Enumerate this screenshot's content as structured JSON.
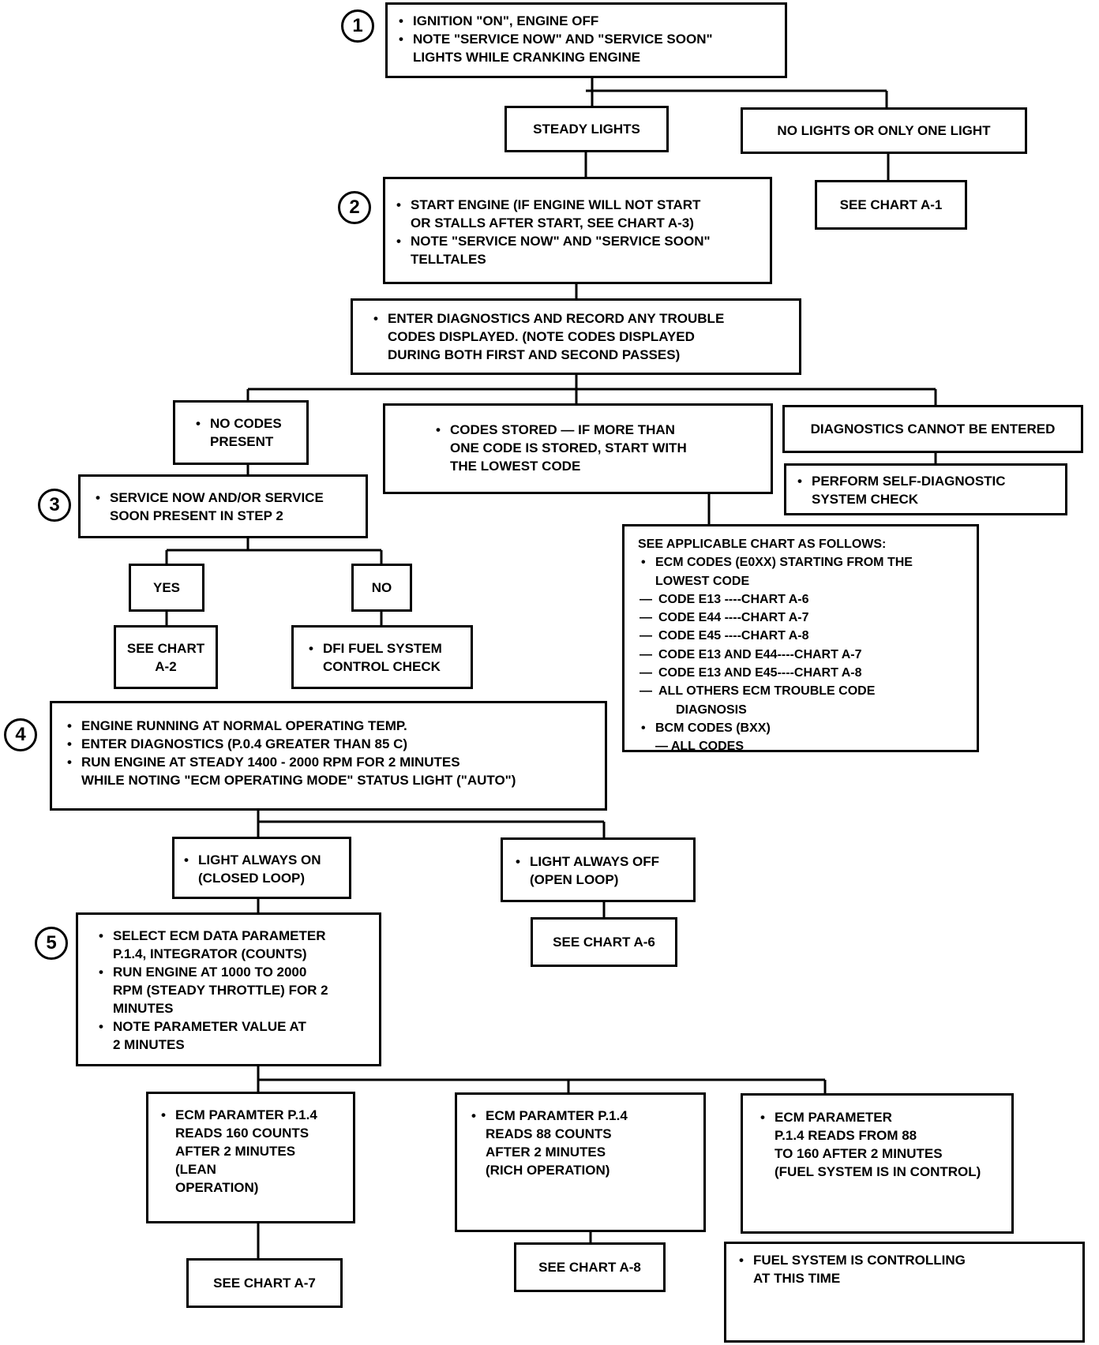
{
  "steps": [
    "1",
    "2",
    "3",
    "4",
    "5"
  ],
  "box1": {
    "lines": [
      "IGNITION \"ON\", ENGINE OFF",
      "NOTE \"SERVICE NOW\" AND \"SERVICE SOON\"",
      "LIGHTS WHILE CRANKING ENGINE"
    ]
  },
  "steady_lights": "STEADY LIGHTS",
  "no_lights": "NO LIGHTS OR ONLY ONE LIGHT",
  "see_chart_a1": "SEE CHART A-1",
  "box2": {
    "lines": [
      "START ENGINE (IF ENGINE WILL NOT START",
      "OR STALLS AFTER START, SEE CHART A-3)",
      "NOTE \"SERVICE NOW\" AND \"SERVICE SOON\"",
      "TELLTALES"
    ]
  },
  "enter_diag": {
    "lines": [
      "ENTER DIAGNOSTICS AND RECORD ANY TROUBLE",
      "CODES DISPLAYED. (NOTE CODES DISPLAYED",
      "DURING BOTH FIRST AND SECOND PASSES)"
    ]
  },
  "no_codes": {
    "lines": [
      "NO CODES",
      "PRESENT"
    ]
  },
  "codes_stored": {
    "lines": [
      "CODES STORED — IF MORE THAN",
      "ONE CODE IS STORED, START WITH",
      "THE LOWEST CODE"
    ]
  },
  "diag_cannot": "DIAGNOSTICS CANNOT BE ENTERED",
  "self_diag": {
    "lines": [
      "PERFORM SELF-DIAGNOSTIC",
      "SYSTEM CHECK"
    ]
  },
  "applicable": {
    "lines": [
      "SEE APPLICABLE CHART AS FOLLOWS:",
      "ECM CODES (E0XX) STARTING FROM THE",
      "LOWEST CODE",
      "CODE E13 ----CHART A-6",
      "CODE E44 ----CHART A-7",
      "CODE E45 ----CHART A-8",
      "CODE E13  AND E44----CHART A-7",
      "CODE E13  AND E45----CHART A-8",
      "ALL OTHERS ECM TROUBLE CODE",
      "DIAGNOSIS",
      "BCM CODES (BXX)",
      "— ALL CODES"
    ]
  },
  "box3": {
    "lines": [
      "SERVICE NOW AND/OR SERVICE",
      "SOON PRESENT IN STEP 2"
    ]
  },
  "yes": "YES",
  "no": "NO",
  "see_chart_a2": {
    "lines": [
      "SEE CHART",
      "A-2"
    ]
  },
  "dfi": {
    "lines": [
      "DFI FUEL SYSTEM",
      "CONTROL CHECK"
    ]
  },
  "box4": {
    "lines": [
      "ENGINE RUNNING AT NORMAL OPERATING TEMP.",
      "ENTER DIAGNOSTICS (P.0.4 GREATER THAN 85 C)",
      "RUN ENGINE AT STEADY 1400 - 2000 RPM FOR 2 MINUTES",
      "WHILE NOTING \"ECM OPERATING MODE\" STATUS LIGHT (\"AUTO\")"
    ]
  },
  "light_on": {
    "lines": [
      "LIGHT ALWAYS ON",
      "(CLOSED LOOP)"
    ]
  },
  "light_off": {
    "lines": [
      "LIGHT ALWAYS OFF",
      "(OPEN LOOP)"
    ]
  },
  "see_chart_a6": "SEE CHART A-6",
  "box5": {
    "lines": [
      "SELECT ECM DATA PARAMETER",
      "P.1.4, INTEGRATOR (COUNTS)",
      "RUN ENGINE AT 1000 TO 2000",
      "RPM (STEADY THROTTLE) FOR 2",
      "MINUTES",
      "NOTE PARAMETER VALUE AT",
      "2 MINUTES"
    ]
  },
  "lean": {
    "lines": [
      "ECM PARAMTER P.1.4",
      "READS 160 COUNTS",
      "AFTER 2 MINUTES",
      "(LEAN",
      "OPERATION)"
    ]
  },
  "rich": {
    "lines": [
      "ECM PARAMTER P.1.4",
      "READS 88 COUNTS",
      "AFTER 2 MINUTES",
      "(RICH OPERATION)"
    ]
  },
  "control": {
    "lines": [
      "ECM PARAMETER",
      "P.1.4 READS FROM  88",
      "TO 160 AFTER 2 MINUTES",
      "(FUEL SYSTEM IS IN CONTROL)"
    ]
  },
  "see_chart_a7": "SEE CHART A-7",
  "see_chart_a8": "SEE CHART A-8",
  "fuel_ctrl": {
    "lines": [
      "FUEL SYSTEM IS CONTROLLING",
      "AT THIS TIME"
    ]
  }
}
